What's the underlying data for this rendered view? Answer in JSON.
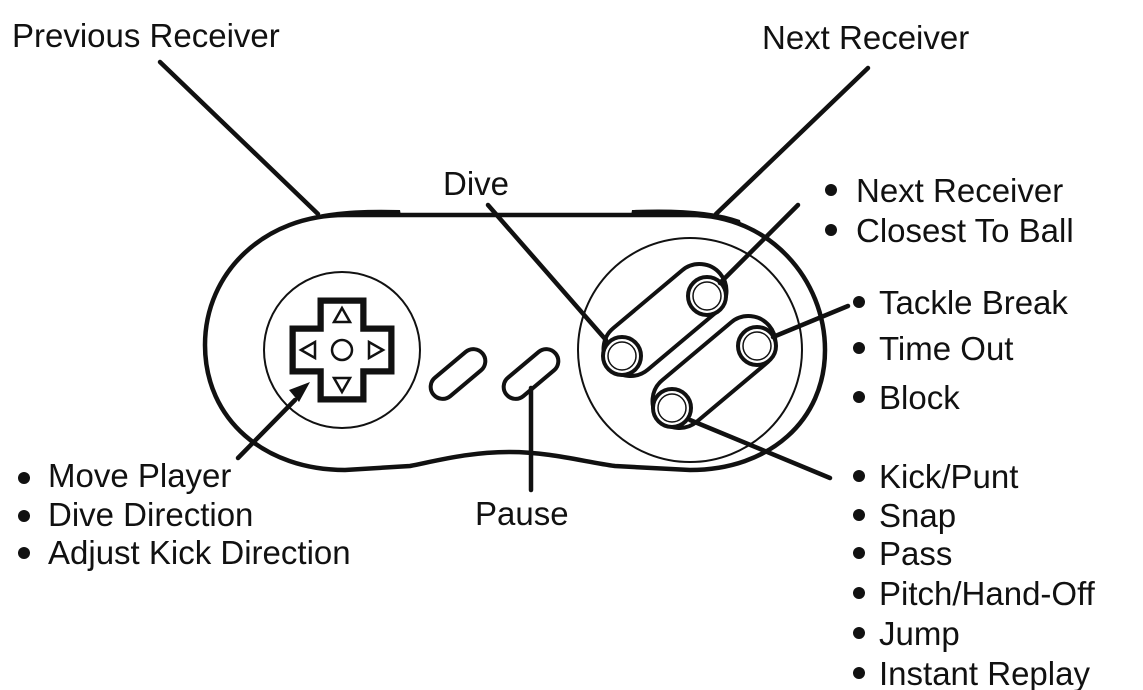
{
  "labels": {
    "previous_receiver": "Previous Receiver",
    "next_receiver_top": "Next Receiver",
    "dive": "Dive",
    "pause": "Pause",
    "next_receiver_btn": "Next Receiver",
    "closest_to_ball": "Closest To Ball",
    "tackle_break": "Tackle Break",
    "time_out": "Time Out",
    "block": "Block",
    "kick_punt": "Kick/Punt",
    "snap": "Snap",
    "pass": "Pass",
    "pitch_hand_off": "Pitch/Hand-Off",
    "jump": "Jump",
    "instant_replay": "Instant Replay",
    "move_player": "Move Player",
    "dive_direction": "Dive Direction",
    "adjust_kick_direction": "Adjust Kick Direction"
  },
  "icons": {
    "controller": "controller-outline-icon",
    "dpad": "dpad-icon",
    "up": "triangle-up-icon",
    "down": "triangle-down-icon",
    "left": "triangle-left-icon",
    "right": "triangle-right-icon"
  },
  "colors": {
    "ink": "#111111",
    "paper": "#ffffff"
  }
}
